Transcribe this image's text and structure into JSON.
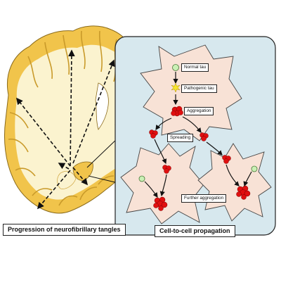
{
  "labels": {
    "normal_tau": "Normal tau",
    "pathogenic_tau": "Pathogenic tau",
    "aggregation": "Aggregation",
    "spreading": "Spreading",
    "further_aggregation": "Further aggregation",
    "progression_caption": "Progression of neurofibrillary tangles",
    "propagation_caption": "Cell-to-cell propagation"
  },
  "colors": {
    "panel_fill": "#d7e8ee",
    "cell_fill": "#f8e2d6",
    "brain_outer": "#f1c44b",
    "brain_inner": "#fbf3cf",
    "normal_tau": "#c9f0b5",
    "pathogenic_tau": "#f6e52b",
    "aggregate": "#e01010"
  }
}
